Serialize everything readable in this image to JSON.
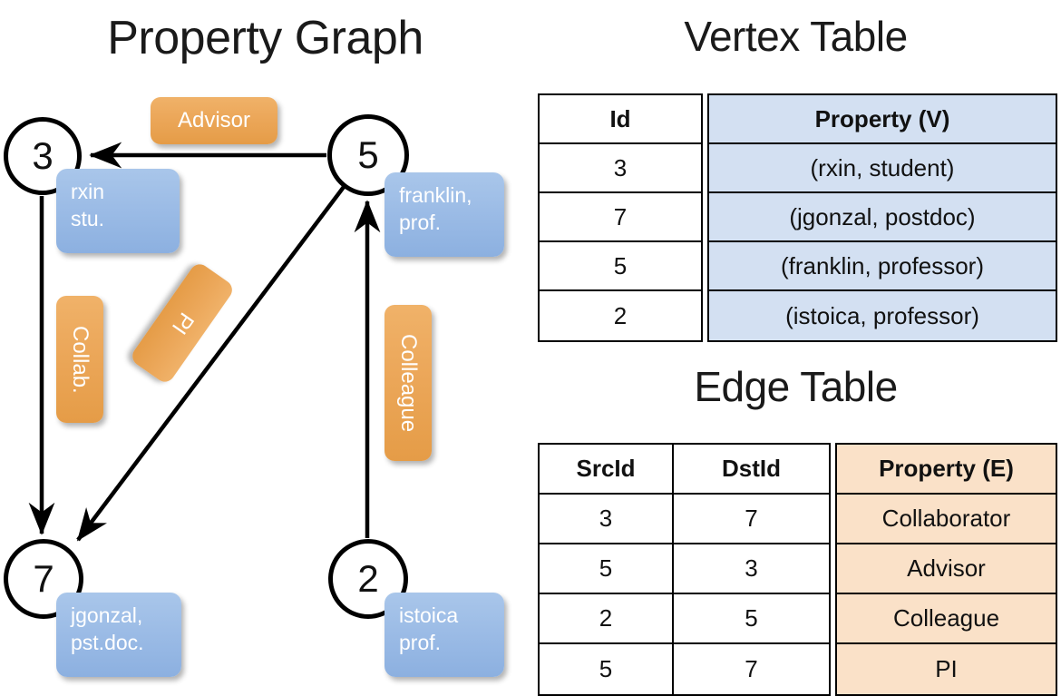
{
  "titles": {
    "graph": "Property Graph",
    "vertex_table": "Vertex Table",
    "edge_table": "Edge Table"
  },
  "graph": {
    "nodes": [
      {
        "id": "3",
        "property": "rxin\nstu."
      },
      {
        "id": "5",
        "property": "franklin,\nprof."
      },
      {
        "id": "7",
        "property": "jgonzal,\npst.doc."
      },
      {
        "id": "2",
        "property": "istoica\nprof."
      }
    ],
    "node_labels": {
      "n3": "3",
      "n5": "5",
      "n7": "7",
      "n2": "2"
    },
    "property_boxes": {
      "rxin_line1": "rxin",
      "rxin_line2": "stu.",
      "franklin_line1": "franklin,",
      "franklin_line2": "prof.",
      "jgonzal_line1": "jgonzal,",
      "jgonzal_line2": "pst.doc.",
      "istoica_line1": "istoica",
      "istoica_line2": "prof."
    },
    "edge_labels": {
      "advisor": "Advisor",
      "collab": "Collab.",
      "pi": "PI",
      "colleague": "Colleague"
    }
  },
  "vertex_table": {
    "headers": [
      "Id",
      "Property (V)"
    ],
    "rows": [
      {
        "id": "3",
        "property": "(rxin, student)"
      },
      {
        "id": "7",
        "property": "(jgonzal, postdoc)"
      },
      {
        "id": "5",
        "property": "(franklin, professor)"
      },
      {
        "id": "2",
        "property": "(istoica, professor)"
      }
    ]
  },
  "edge_table": {
    "headers": [
      "SrcId",
      "DstId",
      "Property (E)"
    ],
    "rows": [
      {
        "src": "3",
        "dst": "7",
        "property": "Collaborator"
      },
      {
        "src": "5",
        "dst": "3",
        "property": "Advisor"
      },
      {
        "src": "2",
        "dst": "5",
        "property": "Colleague"
      },
      {
        "src": "5",
        "dst": "7",
        "property": "PI"
      }
    ]
  },
  "colors": {
    "vertex_property_fill": "#d3e0f2",
    "edge_property_fill": "#fae1c8",
    "node_box_blue": "#9cbce6",
    "edge_label_orange": "#eca85b",
    "stroke": "#000000"
  }
}
